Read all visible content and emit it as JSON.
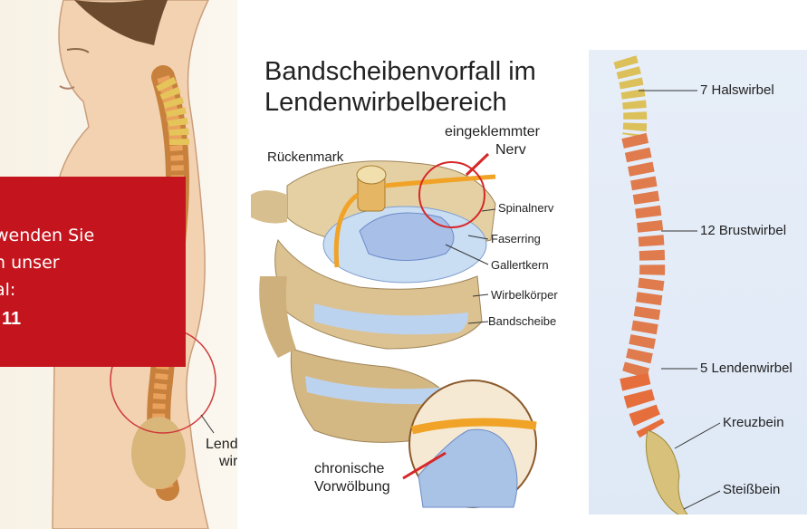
{
  "red_box": {
    "line1": "wenden Sie",
    "line2": "n unser",
    "line3": "al:",
    "line4": "11"
  },
  "left_panel": {
    "lenden_label_1": "Lenden-",
    "lenden_label_2": "wirbel"
  },
  "middle_panel": {
    "title_line1": "Bandscheibenvorfall im",
    "title_line2": "Lendenwirbelbereich",
    "labels": {
      "rueckenmark": "Rückenmark",
      "eingeklemmter": "eingeklemmter",
      "nerv": "Nerv",
      "spinalnerv": "Spinalnerv",
      "faserring": "Faserring",
      "gallertkern": "Gallertkern",
      "wirbelkoerper": "Wirbelkörper",
      "bandscheibe": "Bandscheibe",
      "chronische": "chronische",
      "vorwoelbung": "Vorwölbung"
    }
  },
  "right_panel": {
    "labels": {
      "halswirbel": "7 Halswirbel",
      "brustwirbel": "12 Brustwirbel",
      "lendenwirbel": "5 Lendenwirbel",
      "kreuzbein": "Kreuzbein",
      "steissbein": "Steißbein"
    }
  },
  "colors": {
    "red_box": "#c4141d",
    "bone": "#e2c9a0",
    "vertebra": "#d9825a",
    "disc": "#a9c3e6",
    "nerve": "#f1a92a",
    "skin": "#f0c9a5"
  }
}
